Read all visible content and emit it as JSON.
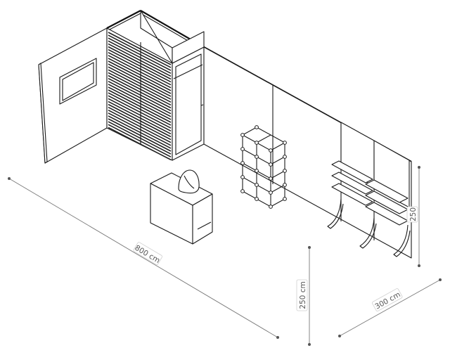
{
  "dimensions": {
    "length": "800 cm",
    "height_front": "250 cm",
    "depth": "300 cm",
    "height_side": "250"
  },
  "colors": {
    "line": "#1a1a1a",
    "dimension_line": "#7a7a7a",
    "label_text": "#555555"
  }
}
